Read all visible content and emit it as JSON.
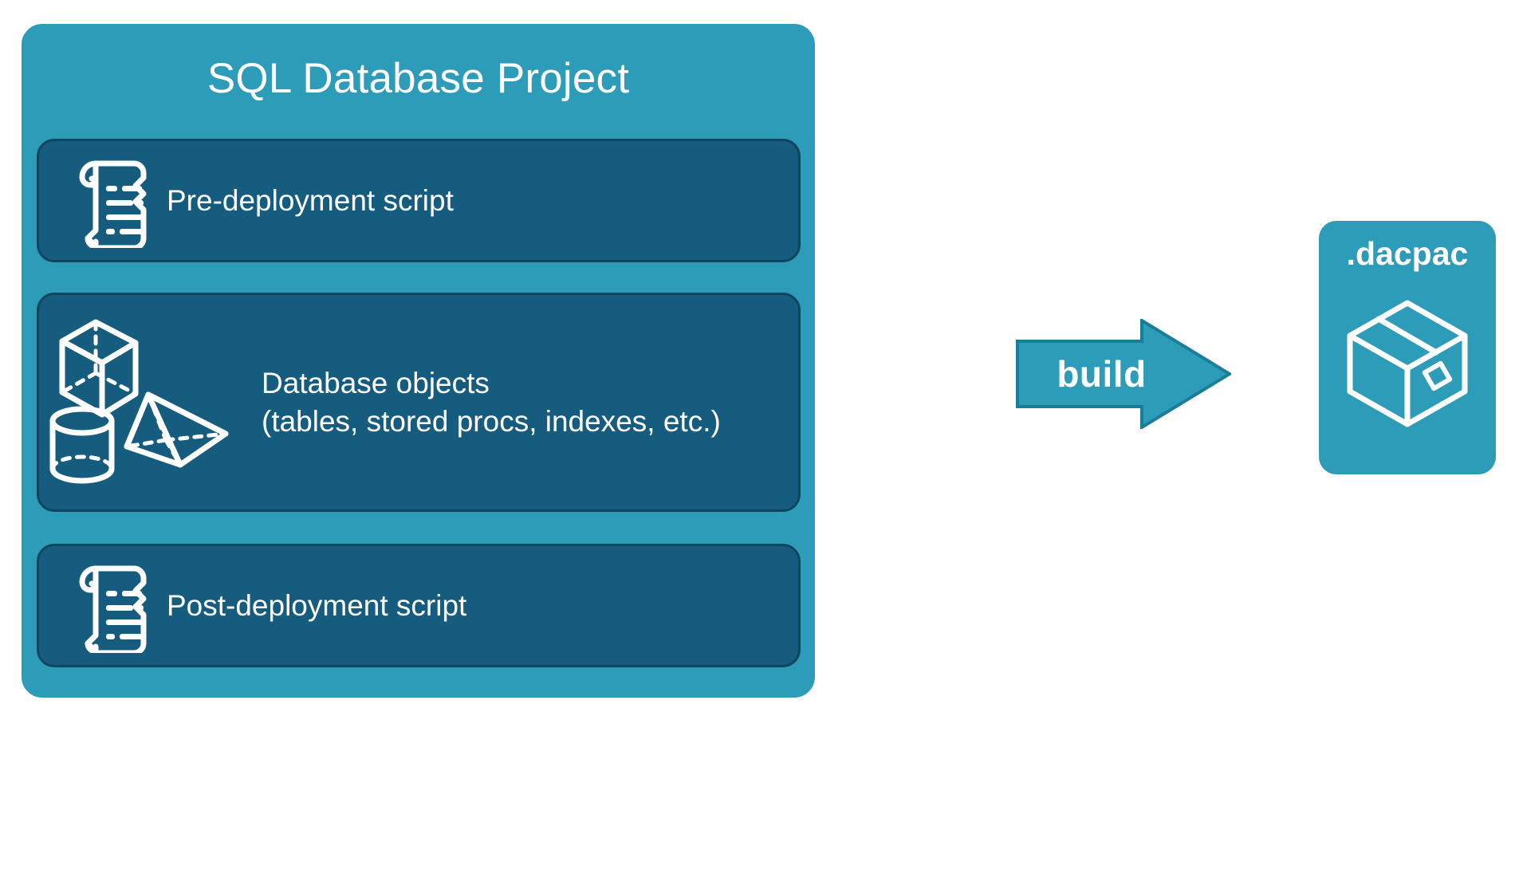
{
  "diagram": {
    "title": "SQL Database Project",
    "colors": {
      "background": "#FFFFFF",
      "container_teal": "#2D9CB8",
      "card_dark_blue": "#155C7E",
      "card_border": "#10455F",
      "arrow_fill": "#2D9CB8",
      "arrow_border": "#1B7E98",
      "text_white": "#FFFFFF"
    },
    "project": {
      "title": "SQL Database Project",
      "cards": [
        {
          "id": "pre-deployment",
          "label": "Pre-deployment script",
          "icon": "scroll-icon"
        },
        {
          "id": "database-objects",
          "label": "Database objects\n(tables, stored procs, indexes, etc.)",
          "label_line1": "Database objects",
          "label_line2": "(tables, stored procs, indexes, etc.)",
          "icon": "3d-shapes-icon"
        },
        {
          "id": "post-deployment",
          "label": "Post-deployment script",
          "icon": "scroll-icon"
        }
      ]
    },
    "arrow": {
      "label": "build",
      "direction": "right",
      "icon": "right-arrow-icon"
    },
    "output": {
      "title": ".dacpac",
      "icon": "package-box-icon"
    }
  }
}
